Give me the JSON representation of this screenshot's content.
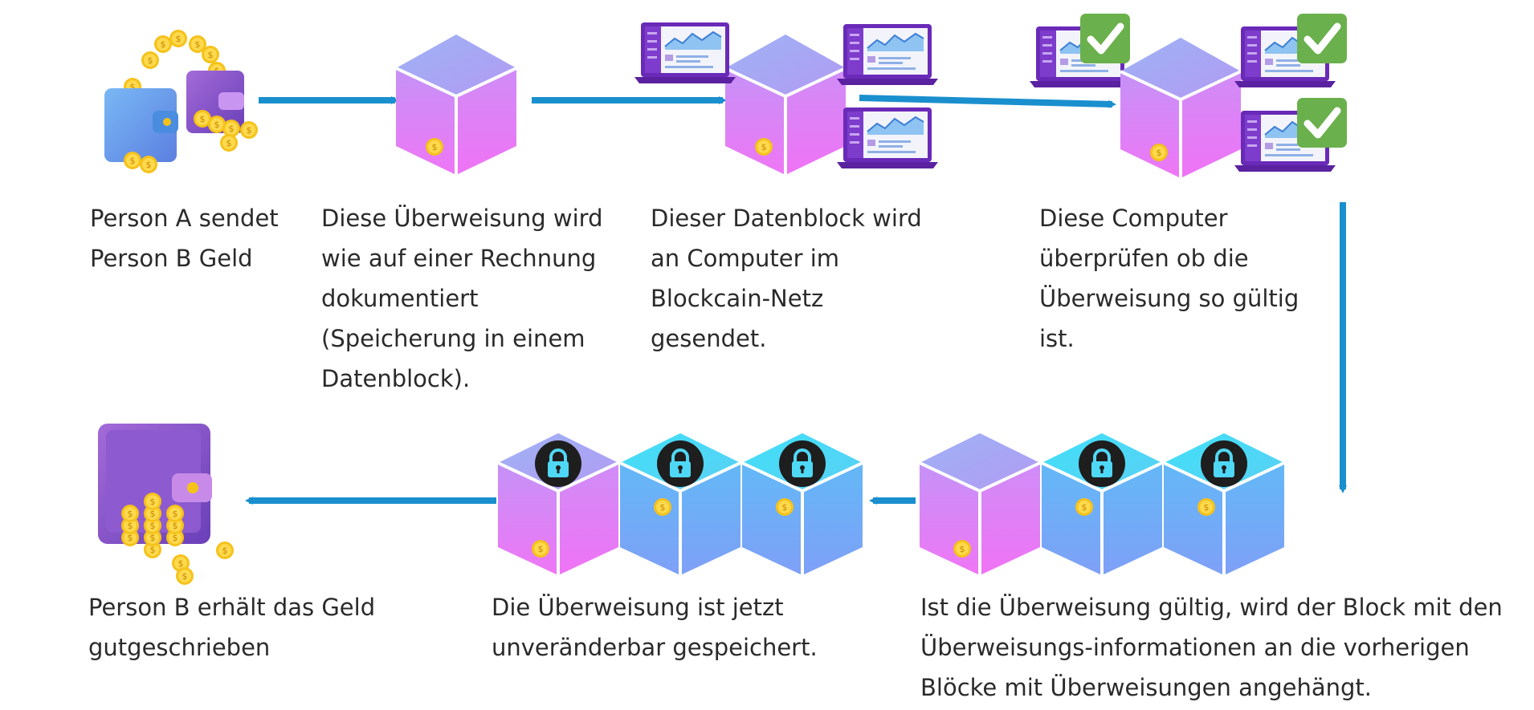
{
  "steps": [
    {
      "id": "send",
      "text": "Person A sendet\nPerson B Geld"
    },
    {
      "id": "document",
      "text": "Diese Überweisung wird\nwie auf einer Rechnung\ndokumentiert\n(Speicherung in einem\nDatenblock)."
    },
    {
      "id": "broadcast",
      "text": "Dieser Datenblock wird\nan Computer im\nBlockcain-Netz\ngesendet."
    },
    {
      "id": "verify",
      "text": "Diese Computer\nüberprüfen ob die\nÜberweisung so gültig\nist."
    },
    {
      "id": "append",
      "text": "Ist die Überweisung gültig, wird der Block mit den\nÜberweisungs-informationen an die vorherigen\nBlöcke mit Überweisungen angehängt."
    },
    {
      "id": "stored",
      "text": "Die Überweisung ist jetzt\nunveränderbar gespeichert."
    },
    {
      "id": "received",
      "text": "Person B erhält das Geld\ngutgeschrieben"
    }
  ],
  "icons": {
    "wallet": "wallet-icon",
    "coin": "coin-icon",
    "block": "data-block-cube-icon",
    "laptop": "laptop-icon",
    "check": "checkmark-icon",
    "lock": "padlock-icon",
    "arrow": "arrow-icon"
  },
  "colors": {
    "arrow": "#1a8fce",
    "block_new_top": "#a0a8f6",
    "block_new_side": "#e07cf7",
    "block_chain_top": "#4fd8f5",
    "block_chain_side": "#6aa8f7",
    "check_green": "#6ab04c",
    "lock_badge": "#1e1e1e",
    "coin_gold": "#f5c21a",
    "laptop_purple": "#6a2ab8"
  }
}
